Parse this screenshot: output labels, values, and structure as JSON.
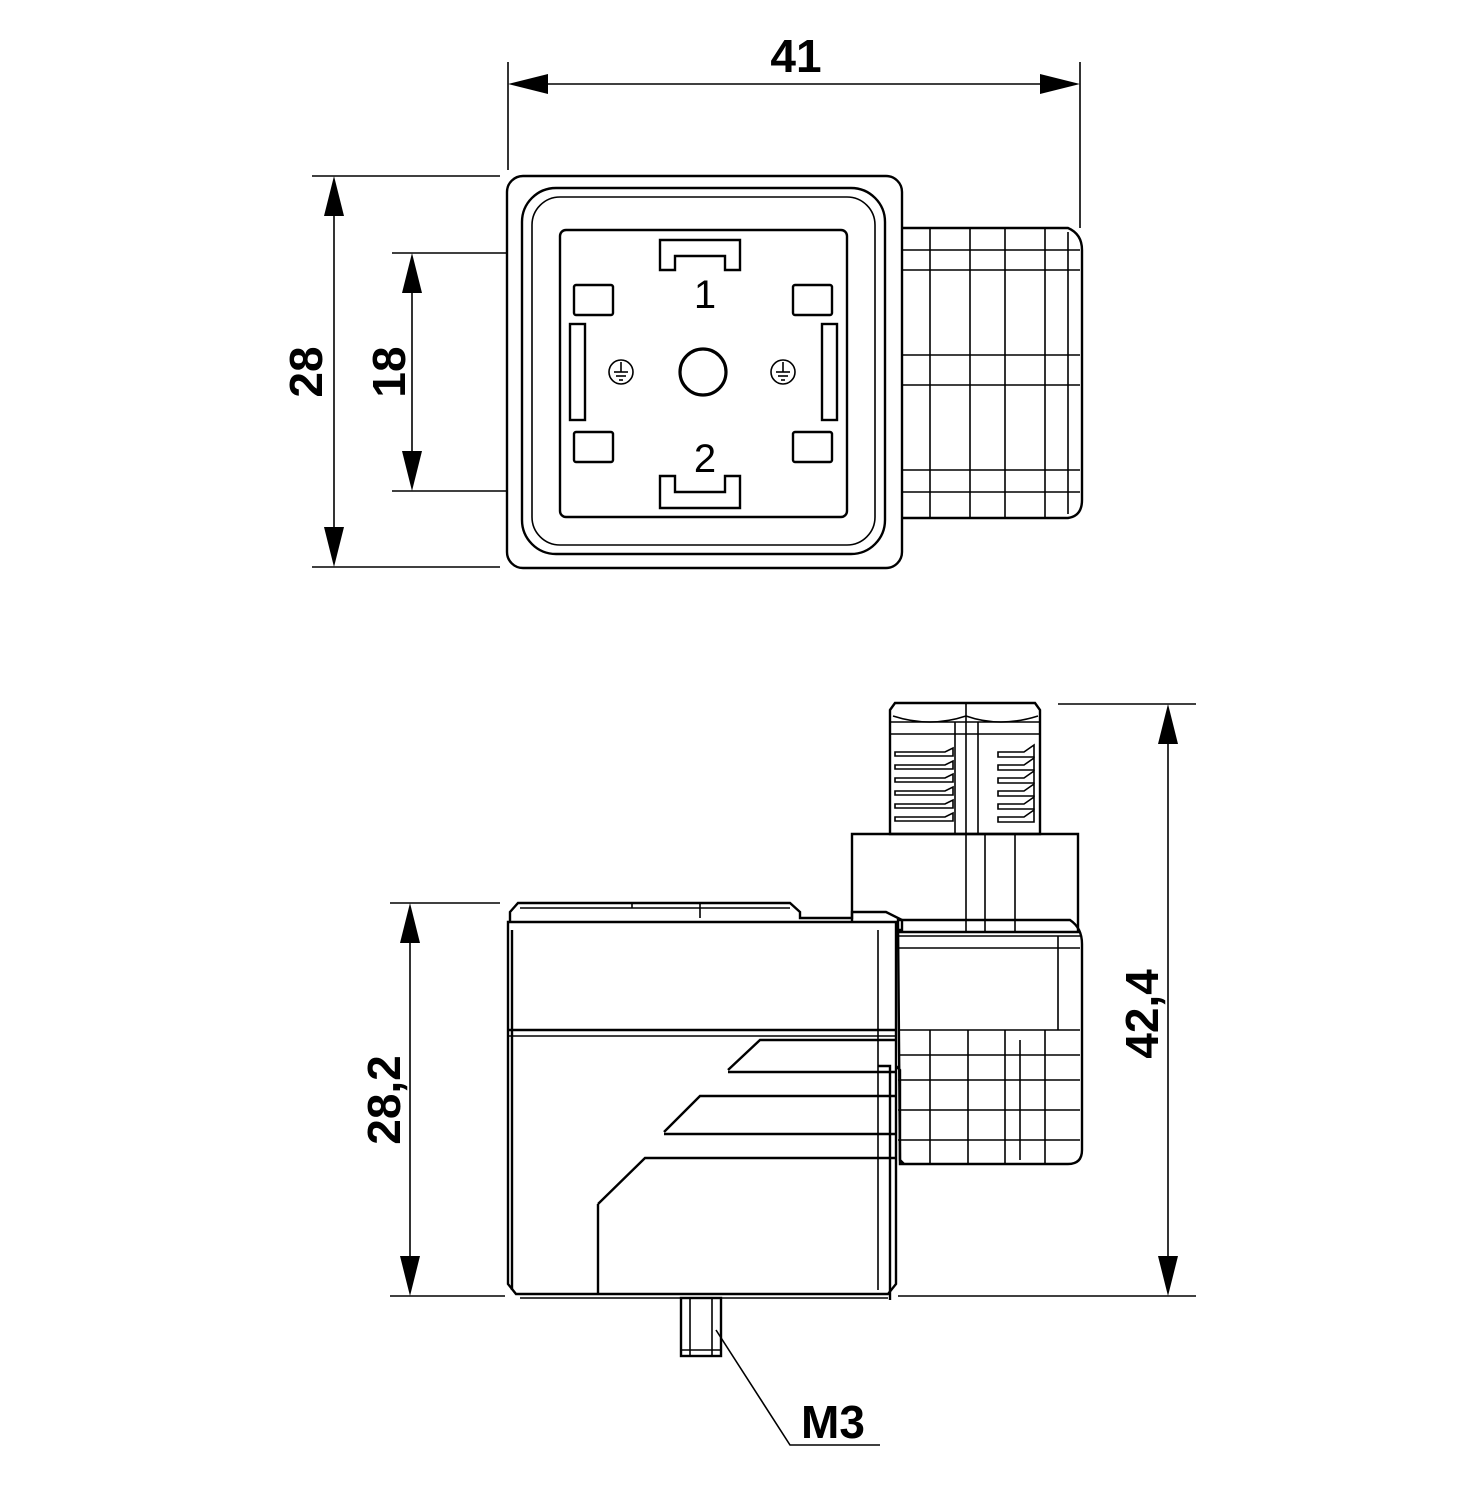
{
  "dimensions": {
    "width_top": "41",
    "height_outer": "28",
    "pin_spacing": "18",
    "side_height": "28,2",
    "total_height": "42,4",
    "screw_thread": "M3"
  },
  "pins": {
    "pin1": "1",
    "pin2": "2"
  }
}
